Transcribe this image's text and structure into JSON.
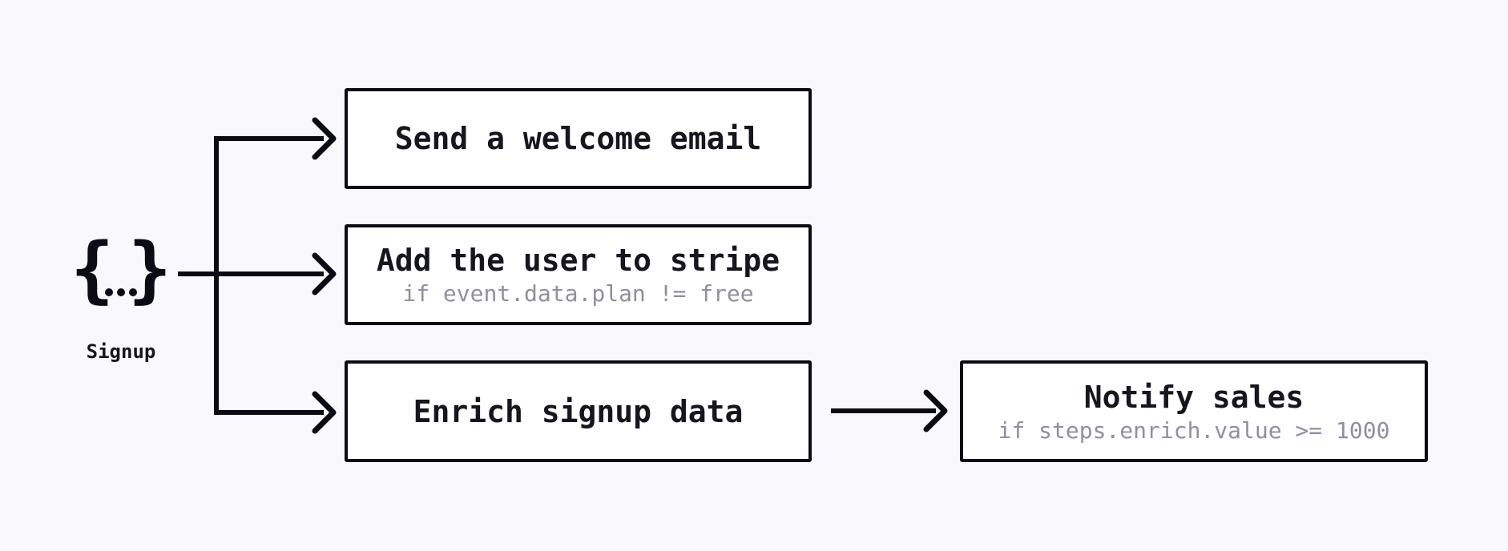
{
  "colors": {
    "background": "#f9f9fd",
    "ink": "#0b0b15",
    "muted_condition_text": "#8f8fa1",
    "node_fill": "#ffffff"
  },
  "trigger": {
    "icon": "curly-braces-event-icon",
    "brace_left": "{",
    "brace_right": "}",
    "label": "Signup"
  },
  "steps": [
    {
      "title": "Send a welcome email",
      "condition": ""
    },
    {
      "title": "Add the user to stripe",
      "condition": "if event.data.plan != free"
    },
    {
      "title": "Enrich signup data",
      "condition": ""
    },
    {
      "title": "Notify sales",
      "condition": "if steps.enrich.value >= 1000"
    }
  ],
  "connections": [
    {
      "from": "signup-trigger",
      "to": "send-a-welcome-email"
    },
    {
      "from": "signup-trigger",
      "to": "add-the-user-to-stripe"
    },
    {
      "from": "signup-trigger",
      "to": "enrich-signup-data"
    },
    {
      "from": "enrich-signup-data",
      "to": "notify-sales"
    }
  ]
}
